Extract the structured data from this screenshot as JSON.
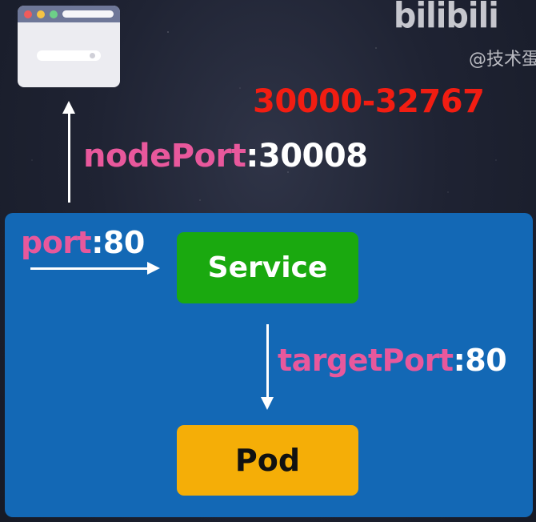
{
  "watermark": {
    "brand": "bilibili",
    "handle": "@技术蛋"
  },
  "port_range": "30000-32767",
  "node_port": {
    "key": "nodePort",
    "sep": ":",
    "value": "30008"
  },
  "port": {
    "key": "port",
    "sep": ":",
    "value": "80"
  },
  "target_port": {
    "key": "targetPort",
    "sep": ":",
    "value": "80"
  },
  "service": {
    "label": "Service"
  },
  "pod": {
    "label": "Pod"
  },
  "colors": {
    "key_pink": "#e8589c",
    "range_red": "#f21d12",
    "cluster_blue": "#1368b5",
    "service_green": "#1aa90f",
    "pod_orange": "#f5ae07"
  },
  "icons": {
    "browser": "browser-window-icon"
  }
}
